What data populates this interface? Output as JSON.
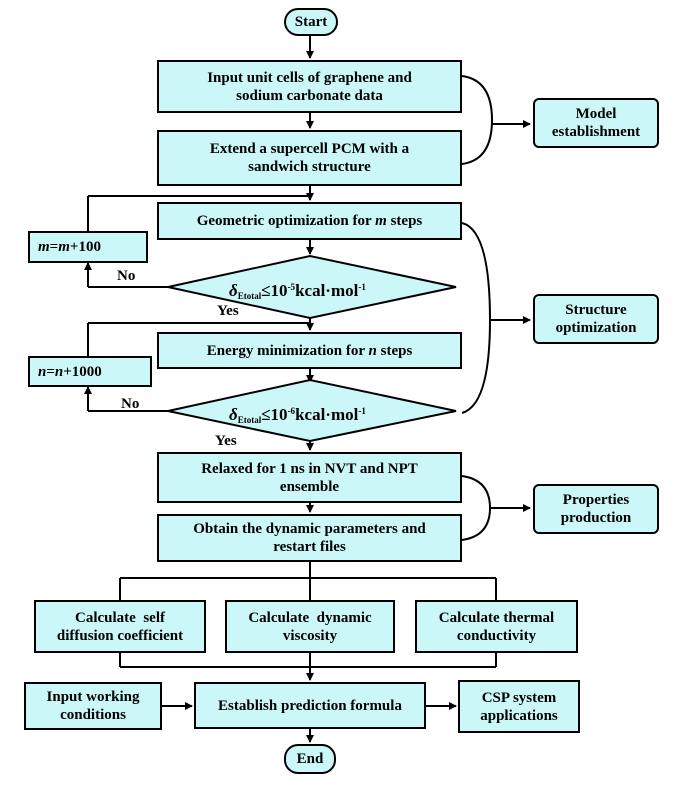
{
  "flow": {
    "start": "Start",
    "end": "End",
    "steps": {
      "input_cells": [
        "Input unit cells of graphene and",
        "sodium carbonate data"
      ],
      "extend_supercell": [
        "Extend a supercell PCM with a",
        "sandwich structure"
      ],
      "geo_opt_prefix": "Geometric optimization for ",
      "geo_opt_var": "m",
      "geo_opt_suffix": " steps",
      "energy_min_prefix": "Energy minimization for ",
      "energy_min_var": "n",
      "energy_min_suffix": " steps",
      "relaxed": [
        "Relaxed for 1 ns in NVT and NPT",
        "ensemble"
      ],
      "obtain_params": [
        "Obtain the dynamic parameters and",
        "restart files"
      ],
      "calc_diffusion": [
        "Calculate  self",
        "diffusion coefficient"
      ],
      "calc_viscosity": [
        "Calculate  dynamic",
        "viscosity"
      ],
      "calc_conductivity": [
        "Calculate thermal",
        "conductivity"
      ],
      "input_working": [
        "Input working",
        "conditions"
      ],
      "establish_formula": "Establish prediction formula",
      "csp_applications": [
        "CSP system",
        "applications"
      ]
    },
    "counters": {
      "m_var": "m",
      "m_eq": "=",
      "m_plus": "+100",
      "n_var": "n",
      "n_eq": "=",
      "n_plus": "+1000"
    },
    "conditions": {
      "delta": "δ",
      "sub": "Etotal",
      "leq": "≤10",
      "exp1": "-5",
      "exp2": "-6",
      "unit_kcal": "kcal·mol",
      "unit_exp": "-1"
    },
    "branches": {
      "yes": "Yes",
      "no": "No"
    },
    "stages": {
      "model": [
        "Model",
        "establishment"
      ],
      "structure": [
        "Structure",
        "optimization"
      ],
      "properties": [
        "Properties",
        "production"
      ]
    }
  },
  "colors": {
    "box_fill": "#ccf7f9",
    "stroke": "#000000"
  }
}
